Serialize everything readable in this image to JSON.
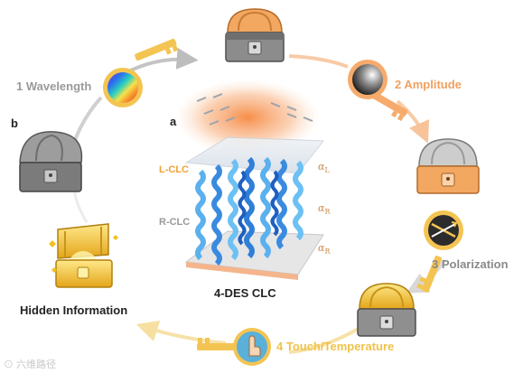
{
  "panels": {
    "a": "a",
    "b": "b"
  },
  "steps": {
    "wavelength": "1 Wavelength",
    "amplitude": "2 Amplitude",
    "polarization": "3 Polarization",
    "touch": "4 Touch/Temperature",
    "hidden": "Hidden Information"
  },
  "structure": {
    "lclc": "L-CLC",
    "rclc": "R-CLC",
    "name": "4-DES CLC",
    "alpha_sym": "α",
    "alpha_l": "L",
    "alpha_r1": "R",
    "alpha_r2": "R"
  },
  "watermark": "⊙ 六维路径",
  "colors": {
    "wavelength_text": "#9a9a9a",
    "amplitude_text": "#f0a060",
    "polarization_text": "#8a8a8a",
    "touch_text": "#f0c24a",
    "hidden_text": "#222222",
    "lclc_text": "#f0a030",
    "rclc_text": "#999999"
  },
  "icons": [
    "treasure-chest-icon",
    "key-icon",
    "rainbow-gradient-disk-icon",
    "grayscale-disk-icon",
    "polarization-disk-icon",
    "touch-hand-icon",
    "helix-icon"
  ]
}
